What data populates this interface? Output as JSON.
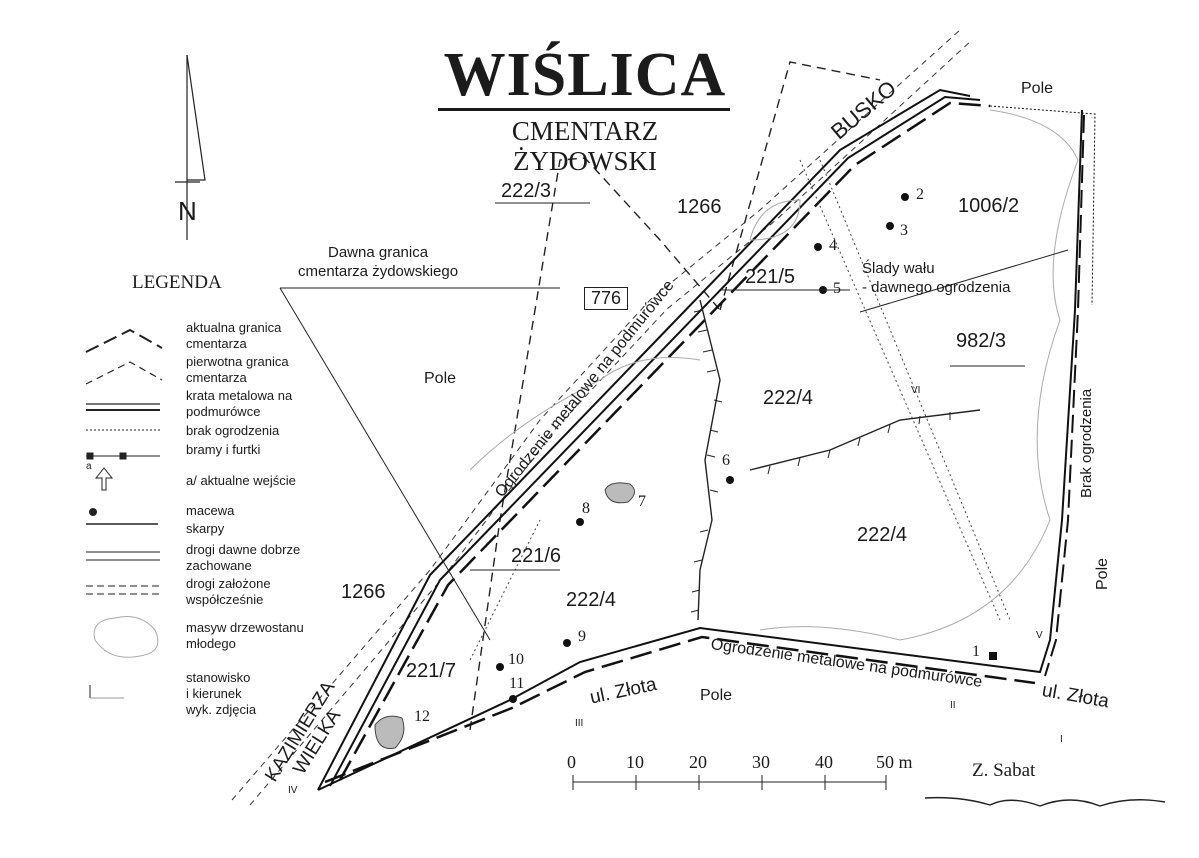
{
  "title": "WIŚLICA",
  "subtitle": "CMENTARZ ŻYDOWSKI",
  "legend": {
    "heading": "LEGENDA",
    "items": [
      "aktualna granica\ncmentarza",
      "pierwotna granica\ncmentarza",
      "krata metalowa na\npodmurówce",
      "brak ogrodzenia",
      "bramy i furtki",
      "a/ aktualne wejście",
      "macewa",
      "skarpy",
      "drogi dawne dobrze\nzachowane",
      "drogi założone\nwspółcześnie",
      "masyw drzewostanu\nmłodego",
      "stanowisko\ni kierunek\nwyk. zdjęcia"
    ],
    "gate_marker": "a"
  },
  "annotations": {
    "old_boundary": "Dawna granica\ncmentarza żydowskiego",
    "rampart": "Ślady wału\n- dawnego ogrodzenia",
    "fence_nw": "Ogrodzenie metalowe  na podmurówce",
    "fence_s": "Ogrodzenie metalowe  na podmurówce",
    "no_fence": "Brak ogrodzenia"
  },
  "roads": {
    "busko": "BUSKO",
    "kazimierza": "KAZIMIERZA\nWIELKA",
    "zlota_1": "ul. Złota",
    "zlota_2": "ul. Złota"
  },
  "fields": [
    "Pole",
    "Pole",
    "Pole",
    "Pole"
  ],
  "parcels": [
    "222/3",
    "1266",
    "776",
    "221/5",
    "1006/2",
    "982/3",
    "222/4",
    "222/4",
    "221/6",
    "222/4",
    "1266",
    "221/7"
  ],
  "matzevot": [
    "1",
    "2",
    "3",
    "4",
    "5",
    "6",
    "7",
    "8",
    "9",
    "10",
    "11",
    "12"
  ],
  "viewpoints": [
    "I",
    "II",
    "III",
    "IV",
    "V",
    "VI"
  ],
  "scale": {
    "ticks": [
      "0",
      "10",
      "20",
      "30",
      "40",
      "50 m"
    ]
  },
  "author": "Z. Sabat",
  "north_arrow": "N"
}
